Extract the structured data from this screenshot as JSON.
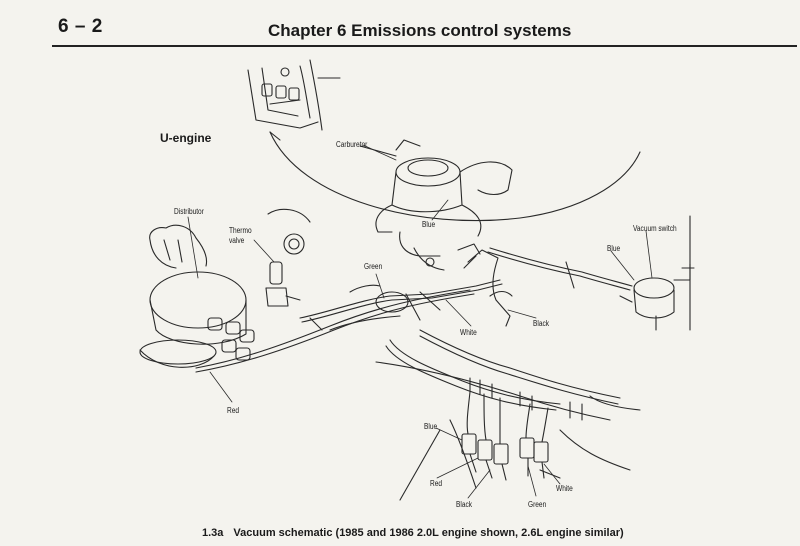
{
  "header": {
    "page_number": "6 – 2",
    "chapter_title": "Chapter 6   Emissions control systems"
  },
  "figure": {
    "subfigure_label": "U-engine",
    "labels": {
      "carburetor": "Carburetor",
      "distributor": "Distributor",
      "thermo_valve_line1": "Thermo",
      "thermo_valve_line2": "valve",
      "blue_top": "Blue",
      "green_top": "Green",
      "vacuum_switch": "Vacuum switch",
      "blue_switch": "Blue",
      "white_mid": "White",
      "black_mid": "Black",
      "red_left": "Red",
      "blue_bottom": "Blue",
      "red_bottom": "Red",
      "black_bottom": "Black",
      "green_bottom": "Green",
      "white_bottom": "White"
    },
    "caption_number": "1.3a",
    "caption_text": "Vacuum schematic (1985 and 1986 2.0L engine shown, 2.6L engine similar)"
  }
}
